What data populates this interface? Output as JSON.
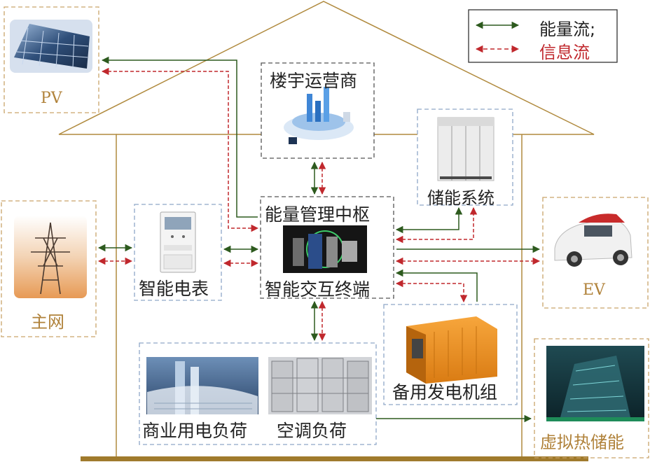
{
  "legend": {
    "energy_flow": "能量流;",
    "info_flow": "信息流"
  },
  "nodes": {
    "pv": "PV",
    "grid": "主网",
    "ev": "EV",
    "virtual_storage": "虚拟热储能",
    "operator": "楼宇运营商",
    "storage": "储能系统",
    "hub_title": "能量管理中枢",
    "hub_subtitle": "智能交互终端",
    "meter": "智能电表",
    "generator": "备用发电机组",
    "commercial_load": "商业用电负荷",
    "ac_load": "空调负荷"
  },
  "colors": {
    "energy": "#2d5a1e",
    "info": "#c0282d",
    "house_outline": "#b08a3e",
    "external_border": "#c9a46a",
    "internal_border": "#8fa8c8",
    "central_border": "#555555",
    "label_gold": "#b0823a",
    "label_dark": "#222222",
    "ground": "#a07a2c"
  }
}
